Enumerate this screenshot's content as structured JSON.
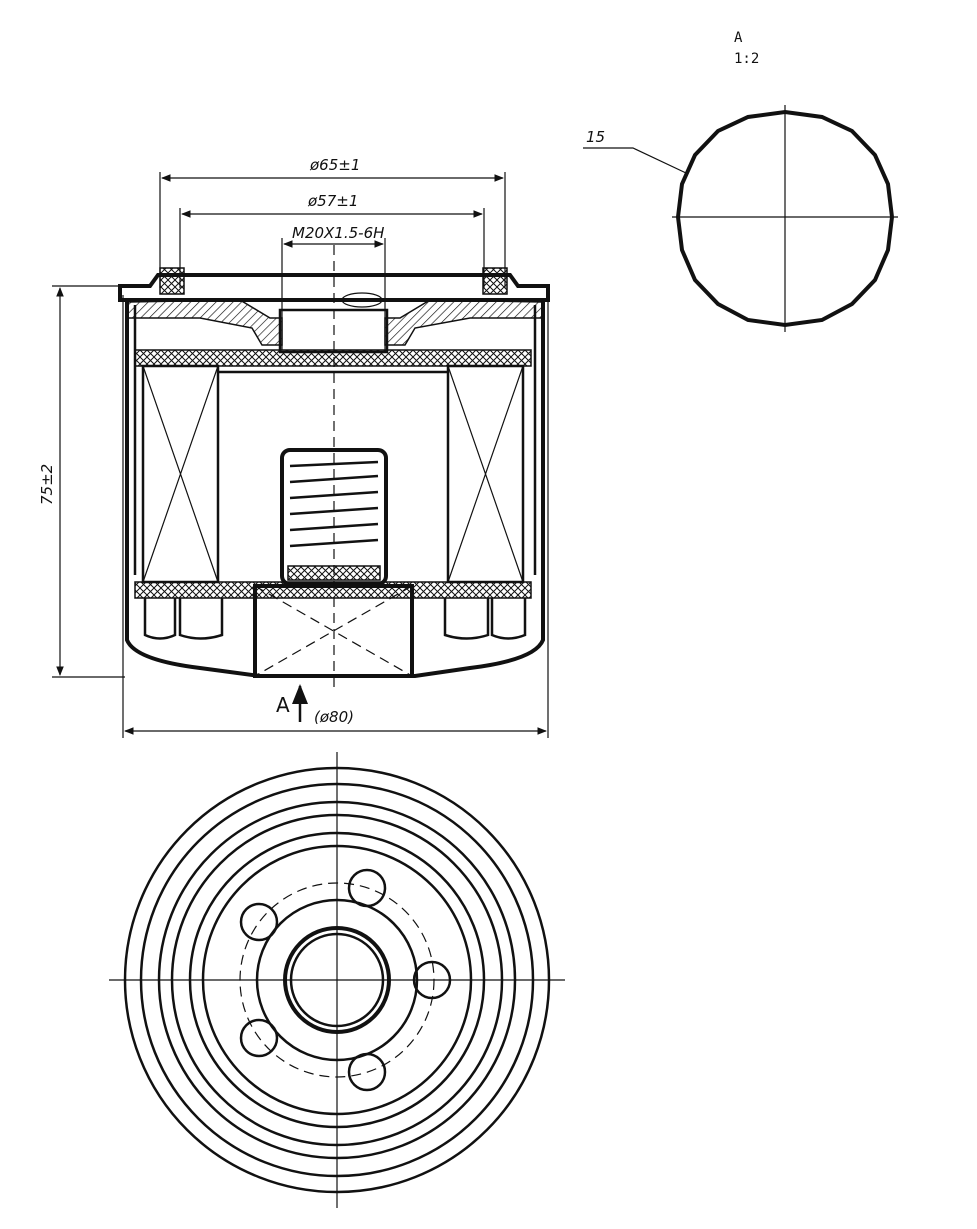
{
  "view_label": {
    "letter": "A",
    "scale": "1:2"
  },
  "labels": {
    "leader_part": "15",
    "dim_outer_seal": "ø65±1",
    "dim_inner_seal": "ø57±1",
    "dim_thread": "M20X1.5-6H",
    "dim_height": "75±2",
    "dim_body": "(ø80)",
    "view_arrow": "A"
  }
}
